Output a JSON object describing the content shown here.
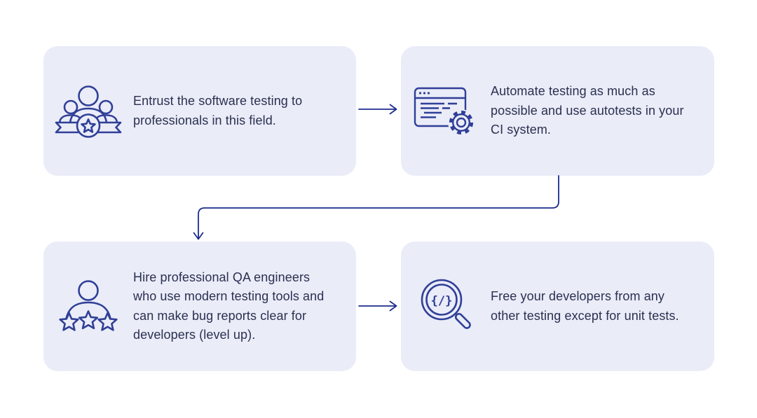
{
  "page": {
    "background": "#ffffff",
    "type": "process-flow-infographic"
  },
  "colors": {
    "card_bg": "#eaecf8",
    "icon_stroke": "#303f97",
    "arrow": "#1d2c8f",
    "text": "#2b3050"
  },
  "cards": [
    {
      "id": "step-1",
      "icon": "team-badge-icon",
      "lines": [
        "Entrust the software testing to",
        "professionals in this field."
      ],
      "text": "Entrust the software testing to professionals in this field."
    },
    {
      "id": "step-2",
      "icon": "browser-gear-icon",
      "lines": [
        "Automate testing as much as",
        "possible and use autotests in your",
        "CI system."
      ],
      "text": "Automate testing as much as possible and use autotests in your CI system."
    },
    {
      "id": "step-3",
      "icon": "person-stars-icon",
      "lines": [
        "Hire professional QA engineers",
        "who use modern testing tools and",
        "can make bug reports clear for",
        "developers (level up)."
      ],
      "text": "Hire professional QA engineers who use modern testing tools and can make bug reports clear for developers (level up)."
    },
    {
      "id": "step-4",
      "icon": "code-search-icon",
      "lines": [
        "Free your developers from any",
        "other testing except for unit tests."
      ],
      "text": "Free your developers from any other testing except for unit tests."
    }
  ],
  "icon_glyphs": {
    "code_search_symbol": "{/}"
  },
  "connectors": [
    {
      "from": "step-1",
      "to": "step-2",
      "shape": "straight-arrow-right"
    },
    {
      "from": "step-2",
      "to": "step-3",
      "shape": "elbow-down-left-down-arrow"
    },
    {
      "from": "step-3",
      "to": "step-4",
      "shape": "straight-arrow-right"
    }
  ]
}
